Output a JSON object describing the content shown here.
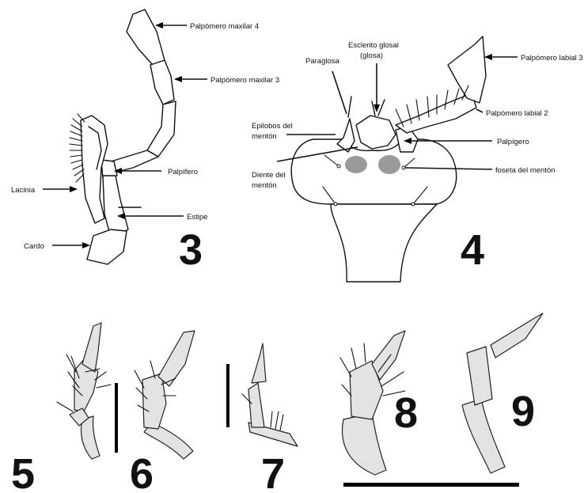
{
  "figure3": {
    "number": "3",
    "labels": {
      "palp4": "Palpómero maxilar 4",
      "palp3": "Palpómero maxilar 3",
      "palpifero": "Palpífero",
      "lacinia": "Lacinia",
      "estipe": "Estipe",
      "cardo": "Cardo"
    }
  },
  "figure4": {
    "number": "4",
    "labels": {
      "esclerito_l1": "Esclerito glosal",
      "esclerito_l2": "(glosa)",
      "paraglosa": "Paraglosa",
      "labial3": "Palpómero labial 3",
      "labial2": "Palpómero labial 2",
      "epilobos_l1": "Epilobos del",
      "epilobos_l2": "mentón",
      "palpigero": "Palpígero",
      "diente_l1": "Diente del",
      "diente_l2": "mentón",
      "foseta": "foseta del mentón"
    }
  },
  "figure5": {
    "number": "5"
  },
  "figure6": {
    "number": "6"
  },
  "figure7": {
    "number": "7"
  },
  "figure8": {
    "number": "8"
  },
  "figure9": {
    "number": "9"
  },
  "colors": {
    "ink": "#111111",
    "segment_fill": "#e3e3e3",
    "pit_fill": "#9a9a9a"
  }
}
